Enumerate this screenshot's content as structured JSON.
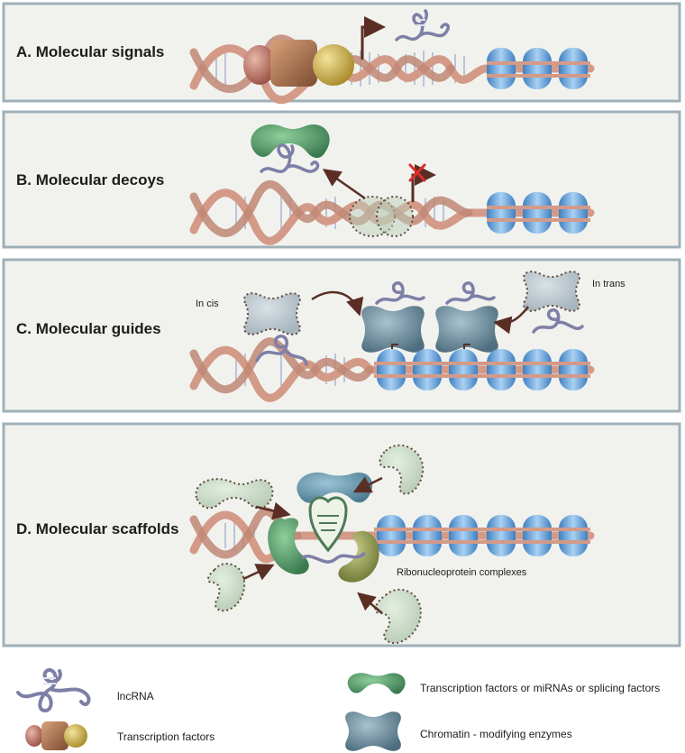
{
  "panels": {
    "a": {
      "title": "A. Molecular signals"
    },
    "b": {
      "title": "B. Molecular decoys"
    },
    "c": {
      "title": "C. Molecular guides",
      "in_cis": "In cis",
      "in_trans": "In trans"
    },
    "d": {
      "title": "D. Molecular scaffolds",
      "rnp_label": "Ribonucleoprotein complexes"
    }
  },
  "legend": {
    "lncrna": "lncRNA",
    "transcription_factors": "Transcription factors",
    "tf_mirna_splicing": "Transcription factors or miRNAs or splicing factors",
    "chromatin_enzymes": "Chromatin - modifying enzymes"
  },
  "colors": {
    "dna_strand": "#d49a88",
    "dna_rung": "#9aa6c8",
    "nucleosome": "#79aede",
    "green_factor": "#5b9b6b",
    "chromatin_enzyme": "#6f8fa0",
    "panel_border": "#9fb0b8"
  }
}
